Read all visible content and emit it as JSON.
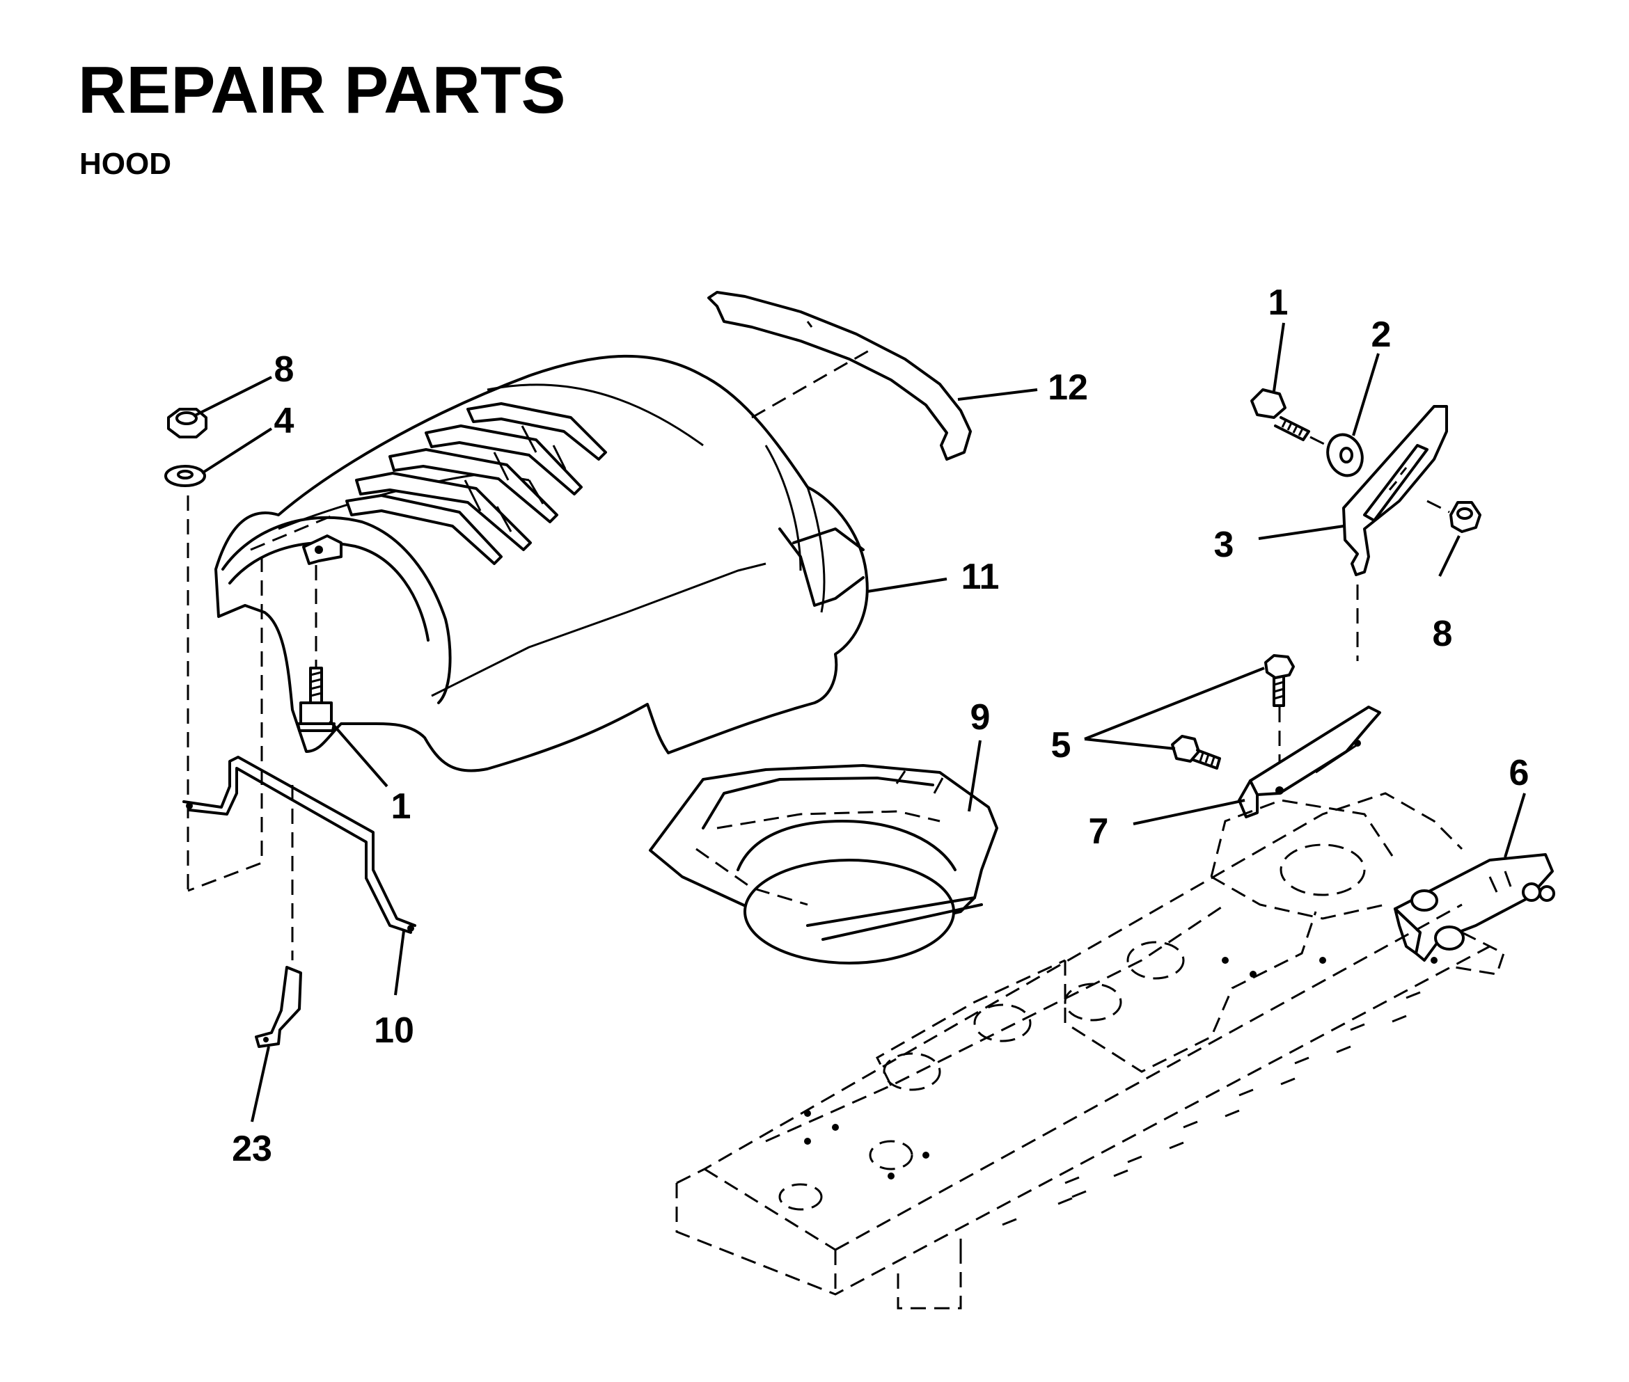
{
  "header": {
    "title": "REPAIR PARTS",
    "subtitle": "HOOD"
  },
  "callouts": [
    {
      "id": "c1-top",
      "text": "1"
    },
    {
      "id": "c2",
      "text": "2"
    },
    {
      "id": "c3",
      "text": "3"
    },
    {
      "id": "c4",
      "text": "4"
    },
    {
      "id": "c5",
      "text": "5"
    },
    {
      "id": "c6",
      "text": "6"
    },
    {
      "id": "c7",
      "text": "7"
    },
    {
      "id": "c8-left",
      "text": "8"
    },
    {
      "id": "c8-right",
      "text": "8"
    },
    {
      "id": "c9",
      "text": "9"
    },
    {
      "id": "c10",
      "text": "10"
    },
    {
      "id": "c11",
      "text": "11"
    },
    {
      "id": "c12",
      "text": "12"
    },
    {
      "id": "c1-bottom",
      "text": "1"
    },
    {
      "id": "c23",
      "text": "23"
    }
  ]
}
